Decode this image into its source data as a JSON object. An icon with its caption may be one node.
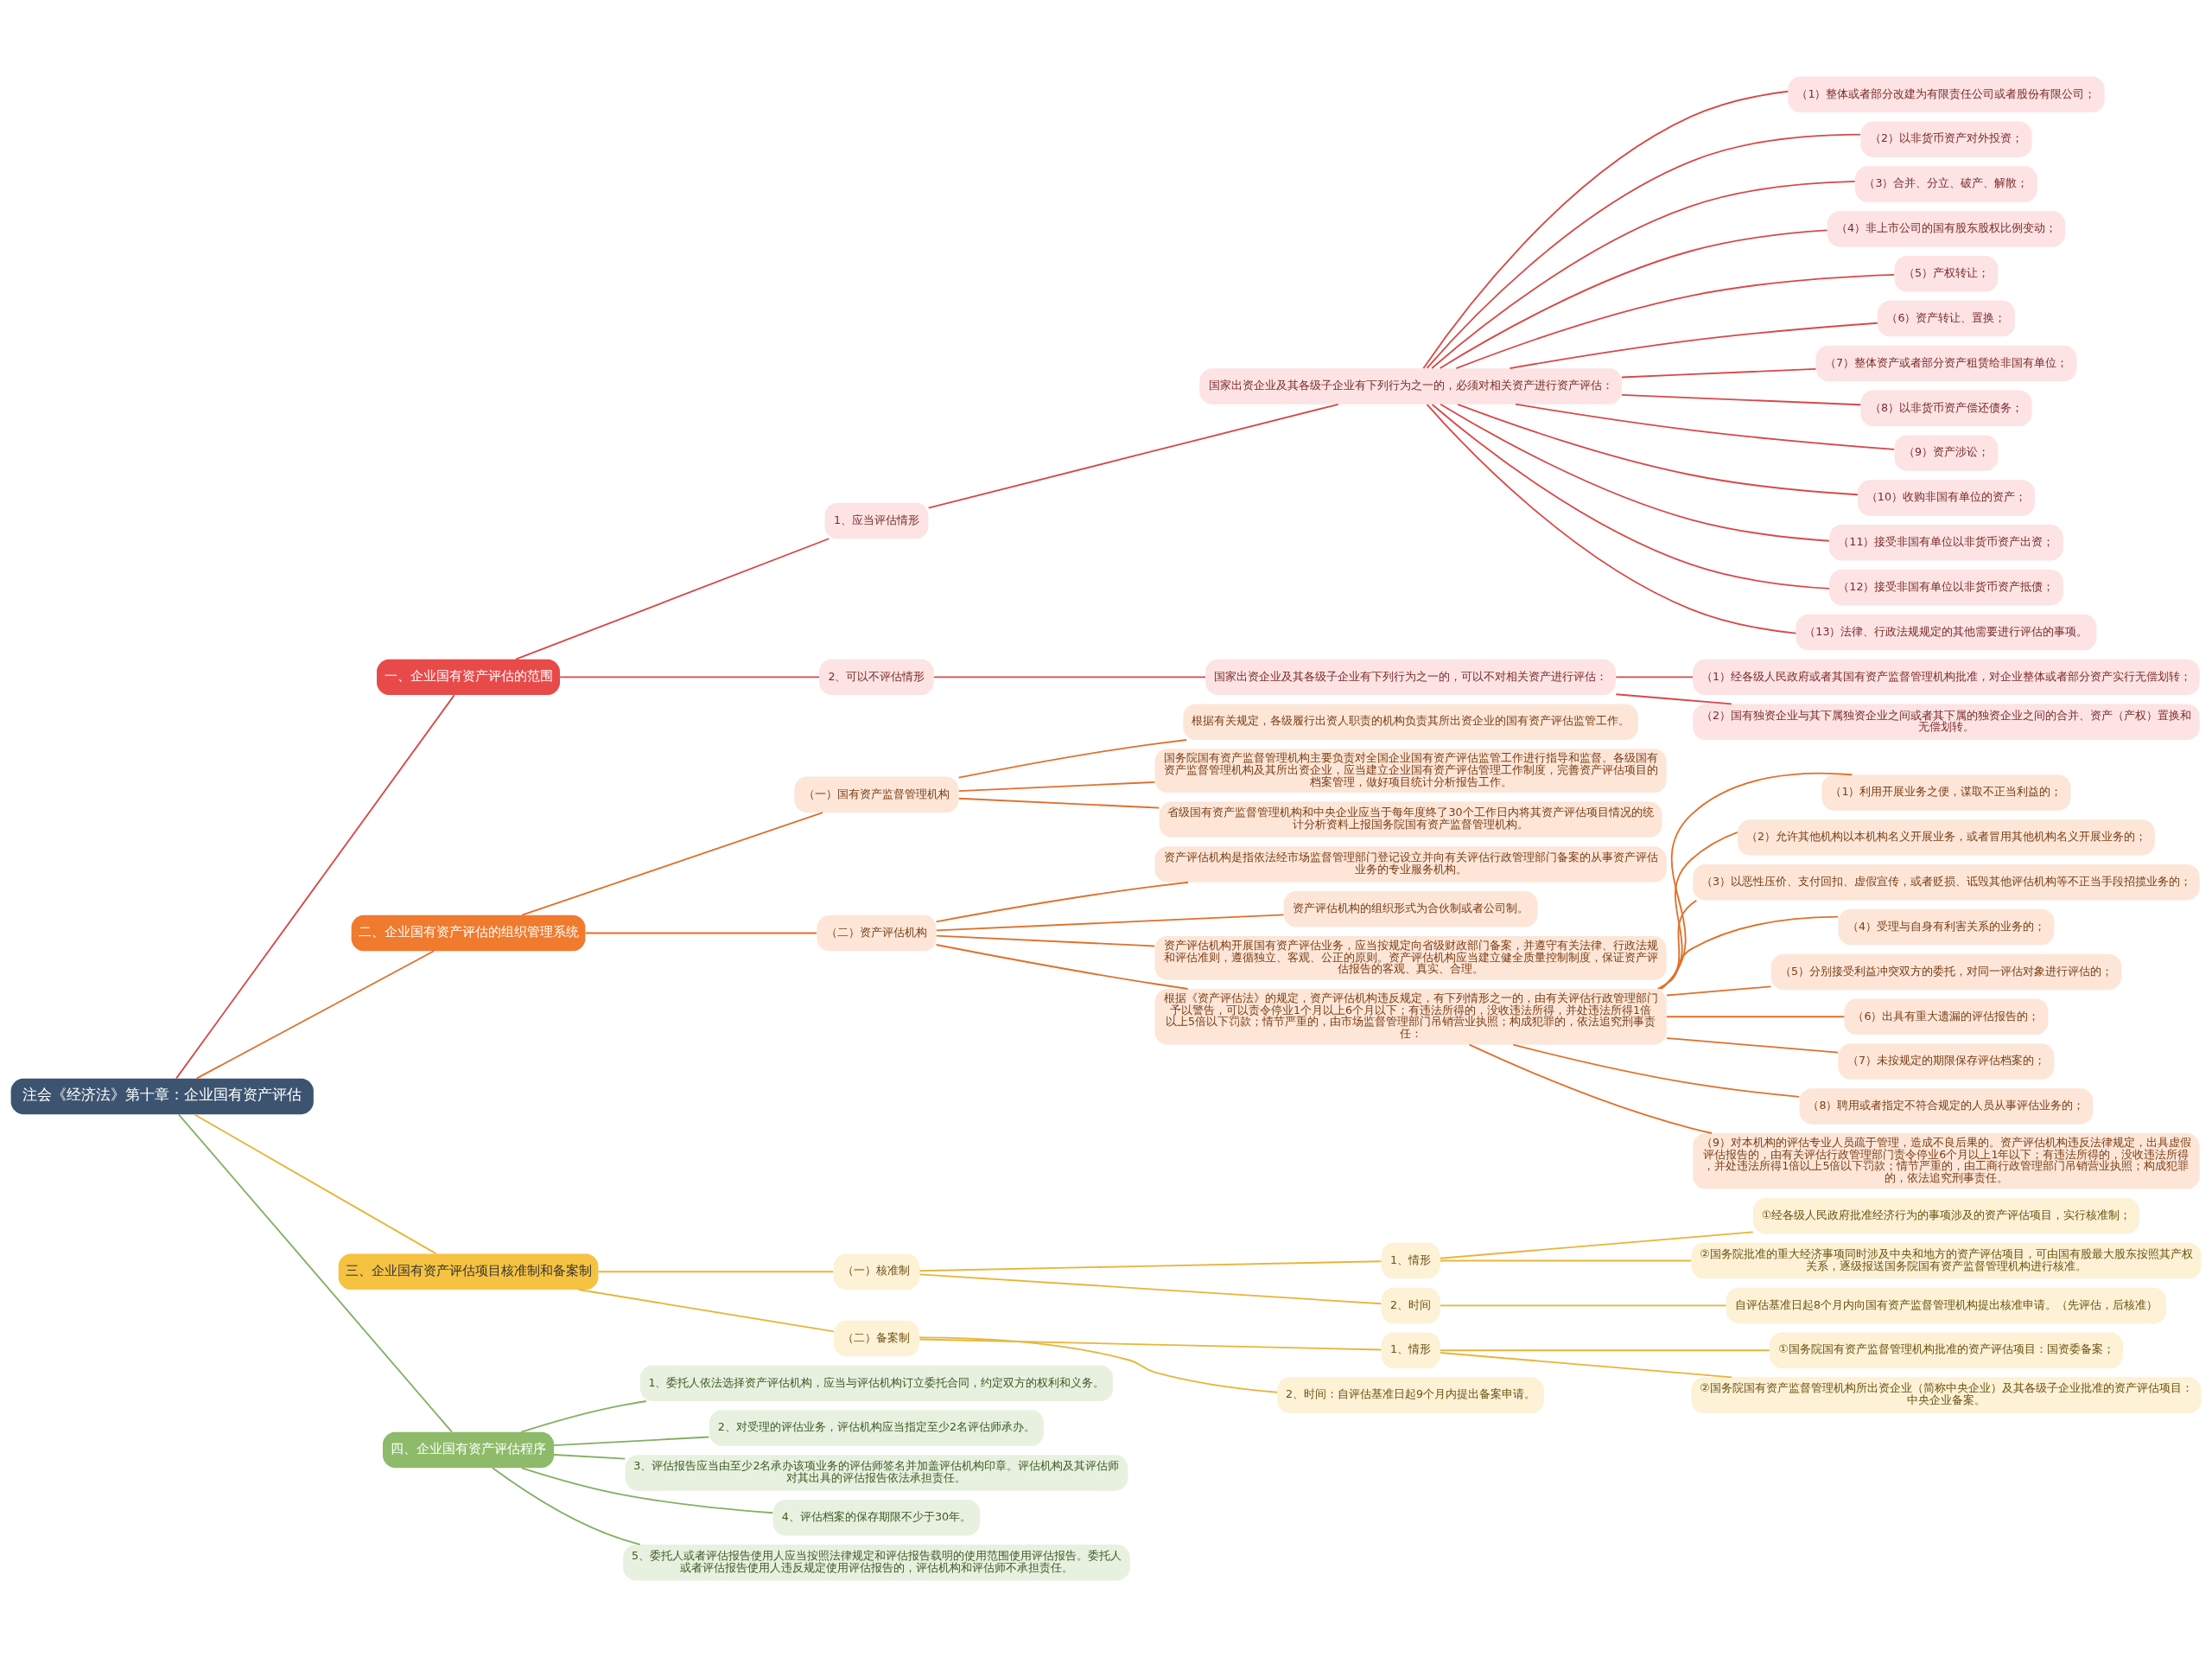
{
  "diagram": {
    "nodes": [
      {
        "text": [
          "注会《经济法》第十章：企业国有资产评估"
        ]
      },
      {
        "text": [
          "一、企业国有资产评估的范围"
        ]
      },
      {
        "text": [
          "1、应当评估情形"
        ]
      },
      {
        "text": [
          "国家出资企业及其各级子企业有下列行为之一的，必须对相关资产进行资产评估："
        ]
      },
      {
        "text": [
          "（1）整体或者部分改建为有限责任公司或者股份有限公司；"
        ]
      },
      {
        "text": [
          "（2）以非货币资产对外投资；"
        ]
      },
      {
        "text": [
          "（3）合并、分立、破产、解散；"
        ]
      },
      {
        "text": [
          "（4）非上市公司的国有股东股权比例变动；"
        ]
      },
      {
        "text": [
          "（5）产权转让；"
        ]
      },
      {
        "text": [
          "（6）资产转让、置换；"
        ]
      },
      {
        "text": [
          "（7）整体资产或者部分资产租赁给非国有单位；"
        ]
      },
      {
        "text": [
          "（8）以非货币资产偿还债务；"
        ]
      },
      {
        "text": [
          "（9）资产涉讼；"
        ]
      },
      {
        "text": [
          "（10）收购非国有单位的资产；"
        ]
      },
      {
        "text": [
          "（11）接受非国有单位以非货币资产出资；"
        ]
      },
      {
        "text": [
          "（12）接受非国有单位以非货币资产抵债；"
        ]
      },
      {
        "text": [
          "（13）法律、行政法规规定的其他需要进行评估的事项。"
        ]
      },
      {
        "text": [
          "2、可以不评估情形"
        ]
      },
      {
        "text": [
          "国家出资企业及其各级子企业有下列行为之一的，可以不对相关资产进行评估："
        ]
      },
      {
        "text": [
          "（1）经各级人民政府或者其国有资产监督管理机构批准，对企业整体或者部分资产实行无偿划转；"
        ]
      },
      {
        "text": [
          "（2）国有独资企业与其下属独资企业之间或者其下属的独资企业之间的合并、资产（产权）置换和无偿划转。"
        ]
      },
      {
        "text": [
          "二、企业国有资产评估的组织管理系统"
        ]
      },
      {
        "text": [
          "（一）国有资产监督管理机构"
        ]
      },
      {
        "text": [
          "根据有关规定，各级履行出资人职责的机构负责其所出资企业的国有资产评估监管工作。"
        ]
      },
      {
        "text": [
          "国务院国有资产监督管理机构主要负责对全国企业国有资产评估监管工作进行指导和监督。各级国有资产监督管理机构及其所出资企业，应当建立企业国有资产评估管理工作制度，完善资产评估项目的档案管理，做好项目统计分析报告工作。"
        ]
      },
      {
        "text": [
          "省级国有资产监督管理机构和中央企业应当于每年度终了30个工作日内将其资产评估项目情况的统计分析资料上报国务院国有资产监督管理机构。"
        ]
      },
      {
        "text": [
          "（二）资产评估机构"
        ]
      },
      {
        "text": [
          "资产评估机构是指依法经市场监督管理部门登记设立并向有关评估行政管理部门备案的从事资产评估业务的专业服务机构。"
        ]
      },
      {
        "text": [
          "资产评估机构的组织形式为合伙制或者公司制。"
        ]
      },
      {
        "text": [
          "资产评估机构开展国有资产评估业务，应当按规定向省级财政部门备案，并遵守有关法律、行政法规和评估准则，遵循独立、客观、公正的原则。资产评估机构应当建立健全质量控制制度，保证资产评估报告的客观、真实、合理。"
        ]
      },
      {
        "text": [
          "根据《资产评估法》的规定，资产评估机构违反规定，有下列情形之一的，由有关评估行政管理部门予以警告，可以责令停业1个月以上6个月以下；有违法所得的，没收违法所得，并处违法所得1倍以上5倍以下罚款；情节严重的，由市场监督管理部门吊销营业执照；构成犯罪的，依法追究刑事责任："
        ]
      },
      {
        "text": [
          "（1）利用开展业务之便，谋取不正当利益的；"
        ]
      },
      {
        "text": [
          "（2）允许其他机构以本机构名义开展业务，或者冒用其他机构名义开展业务的；"
        ]
      },
      {
        "text": [
          "（3）以恶性压价、支付回扣、虚假宣传，或者贬损、诋毁其他评估机构等不正当手段招揽业务的；"
        ]
      },
      {
        "text": [
          "（4）受理与自身有利害关系的业务的；"
        ]
      },
      {
        "text": [
          "（5）分别接受利益冲突双方的委托，对同一评估对象进行评估的；"
        ]
      },
      {
        "text": [
          "（6）出具有重大遗漏的评估报告的；"
        ]
      },
      {
        "text": [
          "（7）未按规定的期限保存评估档案的；"
        ]
      },
      {
        "text": [
          "（8）聘用或者指定不符合规定的人员从事评估业务的；"
        ]
      },
      {
        "text": [
          "（9）对本机构的评估专业人员疏于管理，造成不良后果的。资产评估机构违反法律规定，出具虚假评估报告的，由有关评估行政管理部门责令停业6个月以上1年以下；有违法所得的，没收违法所得，并处违法所得1倍以上5倍以下罚款；情节严重的，由工商行政管理部门吊销营业执照；构成犯罪的，依法追究刑事责任。"
        ]
      },
      {
        "text": [
          "三、企业国有资产评估项目核准制和备案制"
        ]
      },
      {
        "text": [
          "（一）核准制"
        ]
      },
      {
        "text": [
          "1、情形"
        ]
      },
      {
        "text": [
          "①经各级人民政府批准经济行为的事项涉及的资产评估项目，实行核准制；"
        ]
      },
      {
        "text": [
          "②国务院批准的重大经济事项同时涉及中央和地方的资产评估项目，可由国有股最大股东按照其产权关系，逐级报送国务院国有资产监督管理机构进行核准。"
        ]
      },
      {
        "text": [
          "2、时间"
        ]
      },
      {
        "text": [
          "自评估基准日起8个月内向国有资产监督管理机构提出核准申请。（先评估，后核准）"
        ]
      },
      {
        "text": [
          "（二）备案制"
        ]
      },
      {
        "text": [
          "1、情形"
        ]
      },
      {
        "text": [
          "①国务院国有资产监督管理机构批准的资产评估项目：国资委备案；"
        ]
      },
      {
        "text": [
          "②国务院国有资产监督管理机构所出资企业（简称中央企业）及其各级子企业批准的资产评估项目：中央企业备案。"
        ]
      },
      {
        "text": [
          "2、时间：自评估基准日起9个月内提出备案申请。"
        ]
      },
      {
        "text": [
          "四、企业国有资产评估程序"
        ]
      },
      {
        "text": [
          "1、委托人依法选择资产评估机构，应当与评估机构订立委托合同，约定双方的权利和义务。"
        ]
      },
      {
        "text": [
          "2、对受理的评估业务，评估机构应当指定至少2名评估师承办。"
        ]
      },
      {
        "text": [
          "3、评估报告应当由至少2名承办该项业务的评估师签名并加盖评估机构印章。评估机构及其评估师对其出具的评估报告依法承担责任。"
        ]
      },
      {
        "text": [
          "4、评估档案的保存期限不少于30年。"
        ]
      },
      {
        "text": [
          "5、委托人或者评估报告使用人应当按照法律规定和评估报告载明的使用范围使用评估报告。委托人或者评估报告使用人违反规定使用评估报告的，评估机构和评估师不承担责任。"
        ]
      }
    ],
    "edges": [
      {
        "from": 0,
        "to": 1,
        "arrow": "none",
        "color": "#d94848"
      },
      {
        "from": 1,
        "to": 2,
        "arrow": "none",
        "color": "#d94848"
      },
      {
        "from": 2,
        "to": 3,
        "arrow": "none",
        "color": "#d94848"
      },
      {
        "from": 3,
        "to": 4,
        "arrow": "none",
        "color": "#d94848"
      },
      {
        "from": 3,
        "to": 5,
        "arrow": "none",
        "color": "#d94848"
      },
      {
        "from": 3,
        "to": 6,
        "arrow": "none",
        "color": "#d94848"
      },
      {
        "from": 3,
        "to": 7,
        "arrow": "none",
        "color": "#d94848"
      },
      {
        "from": 3,
        "to": 8,
        "arrow": "none",
        "color": "#d94848"
      },
      {
        "from": 3,
        "to": 9,
        "arrow": "none",
        "color": "#d94848"
      },
      {
        "from": 3,
        "to": 10,
        "arrow": "none",
        "color": "#d94848"
      },
      {
        "from": 3,
        "to": 11,
        "arrow": "none",
        "color": "#d94848"
      },
      {
        "from": 3,
        "to": 12,
        "arrow": "none",
        "color": "#d94848"
      },
      {
        "from": 3,
        "to": 13,
        "arrow": "none",
        "color": "#d94848"
      },
      {
        "from": 3,
        "to": 14,
        "arrow": "none",
        "color": "#d94848"
      },
      {
        "from": 3,
        "to": 15,
        "arrow": "none",
        "color": "#d94848"
      },
      {
        "from": 3,
        "to": 16,
        "arrow": "none",
        "color": "#d94848"
      },
      {
        "from": 1,
        "to": 17,
        "arrow": "none",
        "color": "#d94848"
      },
      {
        "from": 17,
        "to": 18,
        "arrow": "none",
        "color": "#d94848"
      },
      {
        "from": 18,
        "to": 19,
        "arrow": "none",
        "color": "#d94848"
      },
      {
        "from": 18,
        "to": 20,
        "arrow": "none",
        "color": "#d94848"
      },
      {
        "from": 0,
        "to": 21,
        "arrow": "none",
        "color": "#e0702a"
      },
      {
        "from": 21,
        "to": 22,
        "arrow": "none",
        "color": "#e0702a"
      },
      {
        "from": 22,
        "to": 23,
        "arrow": "none",
        "color": "#e0702a"
      },
      {
        "from": 22,
        "to": 24,
        "arrow": "none",
        "color": "#e0702a"
      },
      {
        "from": 22,
        "to": 25,
        "arrow": "none",
        "color": "#e0702a"
      },
      {
        "from": 21,
        "to": 26,
        "arrow": "none",
        "color": "#e0702a"
      },
      {
        "from": 26,
        "to": 27,
        "arrow": "none",
        "color": "#e0702a"
      },
      {
        "from": 26,
        "to": 28,
        "arrow": "none",
        "color": "#e0702a"
      },
      {
        "from": 26,
        "to": 29,
        "arrow": "none",
        "color": "#e0702a"
      },
      {
        "from": 26,
        "to": 30,
        "arrow": "none",
        "color": "#e0702a"
      },
      {
        "from": 30,
        "to": 31,
        "arrow": "none",
        "color": "#e0702a"
      },
      {
        "from": 30,
        "to": 32,
        "arrow": "none",
        "color": "#e0702a"
      },
      {
        "from": 30,
        "to": 33,
        "arrow": "none",
        "color": "#e0702a"
      },
      {
        "from": 30,
        "to": 34,
        "arrow": "none",
        "color": "#e0702a"
      },
      {
        "from": 30,
        "to": 35,
        "arrow": "none",
        "color": "#e0702a"
      },
      {
        "from": 30,
        "to": 36,
        "arrow": "none",
        "color": "#e0702a"
      },
      {
        "from": 30,
        "to": 37,
        "arrow": "none",
        "color": "#e0702a"
      },
      {
        "from": 30,
        "to": 38,
        "arrow": "none",
        "color": "#e0702a"
      },
      {
        "from": 30,
        "to": 39,
        "arrow": "none",
        "color": "#e0702a"
      },
      {
        "from": 0,
        "to": 40,
        "arrow": "none",
        "color": "#e8b53a"
      },
      {
        "from": 40,
        "to": 41,
        "arrow": "none",
        "color": "#e8b53a"
      },
      {
        "from": 41,
        "to": 42,
        "arrow": "none",
        "color": "#e8b53a"
      },
      {
        "from": 42,
        "to": 43,
        "arrow": "none",
        "color": "#e8b53a"
      },
      {
        "from": 42,
        "to": 44,
        "arrow": "none",
        "color": "#e8b53a"
      },
      {
        "from": 41,
        "to": 45,
        "arrow": "none",
        "color": "#e8b53a"
      },
      {
        "from": 45,
        "to": 46,
        "arrow": "none",
        "color": "#e8b53a"
      },
      {
        "from": 40,
        "to": 47,
        "arrow": "none",
        "color": "#e8b53a"
      },
      {
        "from": 47,
        "to": 48,
        "arrow": "none",
        "color": "#e8b53a"
      },
      {
        "from": 48,
        "to": 49,
        "arrow": "none",
        "color": "#e8b53a"
      },
      {
        "from": 48,
        "to": 50,
        "arrow": "none",
        "color": "#e8b53a"
      },
      {
        "from": 47,
        "to": 51,
        "arrow": "none",
        "color": "#e8b53a"
      },
      {
        "from": 0,
        "to": 52,
        "arrow": "none",
        "color": "#82b062"
      },
      {
        "from": 52,
        "to": 53,
        "arrow": "none",
        "color": "#82b062"
      },
      {
        "from": 52,
        "to": 54,
        "arrow": "none",
        "color": "#82b062"
      },
      {
        "from": 52,
        "to": 55,
        "arrow": "none",
        "color": "#82b062"
      },
      {
        "from": 52,
        "to": 56,
        "arrow": "none",
        "color": "#82b062"
      },
      {
        "from": 52,
        "to": 57,
        "arrow": "none",
        "color": "#82b062"
      }
    ]
  }
}
